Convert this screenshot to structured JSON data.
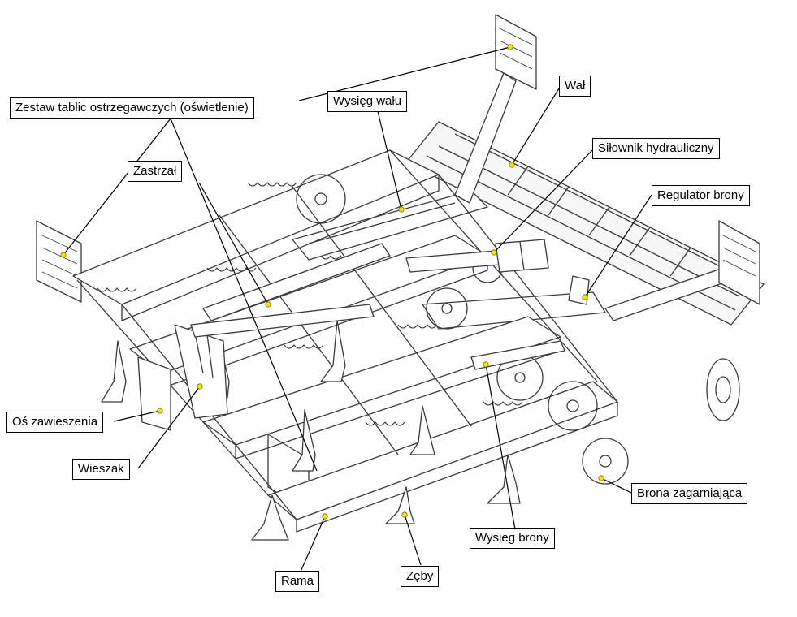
{
  "colors": {
    "line": "#000000",
    "sketch": "#3a3a3a",
    "dot_fill": "#f2e600",
    "dot_stroke": "#7a7000"
  },
  "callouts": [
    {
      "id": "zestaw",
      "label": "Zestaw tablic ostrzegawczych (oświetlenie)"
    },
    {
      "id": "wysieg-walu",
      "label": "Wysięg wału"
    },
    {
      "id": "wal",
      "label": "Wał"
    },
    {
      "id": "silownik",
      "label": "Siłownik hydrauliczny"
    },
    {
      "id": "zastrzal",
      "label": "Zastrzał"
    },
    {
      "id": "regulator",
      "label": "Regulator brony"
    },
    {
      "id": "os",
      "label": "Oś zawieszenia"
    },
    {
      "id": "wieszak",
      "label": "Wieszak"
    },
    {
      "id": "brona",
      "label": "Brona zagarniająca"
    },
    {
      "id": "wysieg-brony",
      "label": "Wysieg brony"
    },
    {
      "id": "rama",
      "label": "Rama"
    },
    {
      "id": "zeby",
      "label": "Zęby"
    }
  ]
}
